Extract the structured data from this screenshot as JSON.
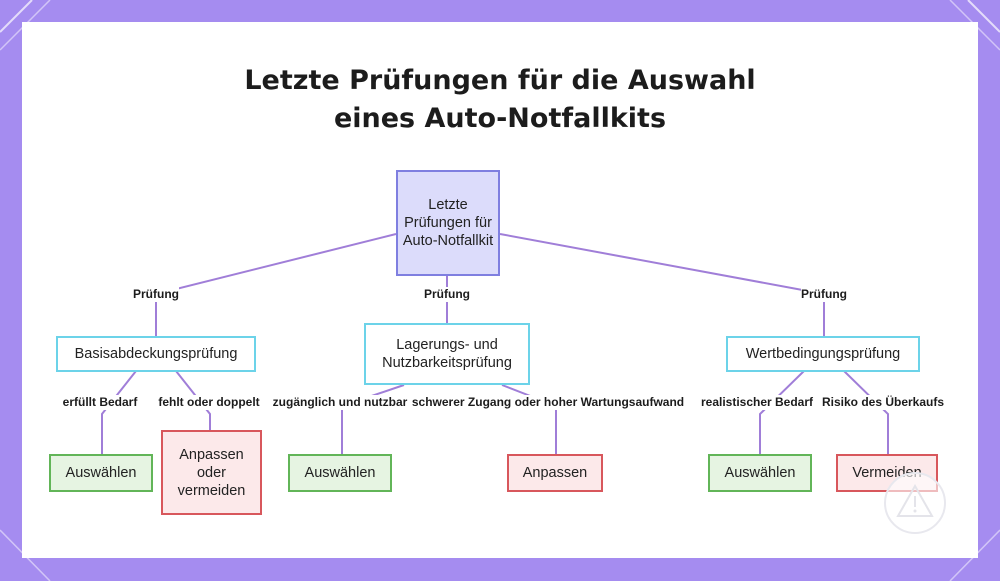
{
  "title": {
    "line1": "Letzte Prüfungen für die Auswahl",
    "line2": "eines Auto-Notfallkits"
  },
  "root": {
    "label": "Letzte Prüfungen für Auto-Notfallkit"
  },
  "edge_labels": {
    "pruefung_left": "Prüfung",
    "pruefung_mid": "Prüfung",
    "pruefung_right": "Prüfung",
    "erfuellt_bedarf": "erfüllt Bedarf",
    "fehlt_doppelt": "fehlt oder doppelt",
    "zugaenglich": "zugänglich und nutzbar",
    "schwerer_zugang": "schwerer Zugang oder hoher Wartungsaufwand",
    "realistisch": "realistischer Bedarf",
    "risiko": "Risiko des Überkaufs"
  },
  "checks": {
    "basis": "Basisabdeckungsprüfung",
    "lagerung": "Lagerungs- und Nutzbarkeitsprüfung",
    "wert": "Wertbedingungsprüfung"
  },
  "outcomes": {
    "basis_ok": "Auswählen",
    "basis_warn": "Anpassen oder vermeiden",
    "lagerung_ok": "Auswählen",
    "lagerung_warn": "Anpassen",
    "wert_ok": "Auswählen",
    "wert_warn": "Vermeiden"
  },
  "colors": {
    "frame": "#a58cf0",
    "root_fill": "#dcdcfb",
    "root_border": "#7f7fe0",
    "check_border": "#6cd3e9",
    "ok_fill": "#e6f4e2",
    "ok_border": "#62b558",
    "warn_fill": "#fce9ea",
    "warn_border": "#d8575c",
    "edge": "#a07ed8"
  }
}
